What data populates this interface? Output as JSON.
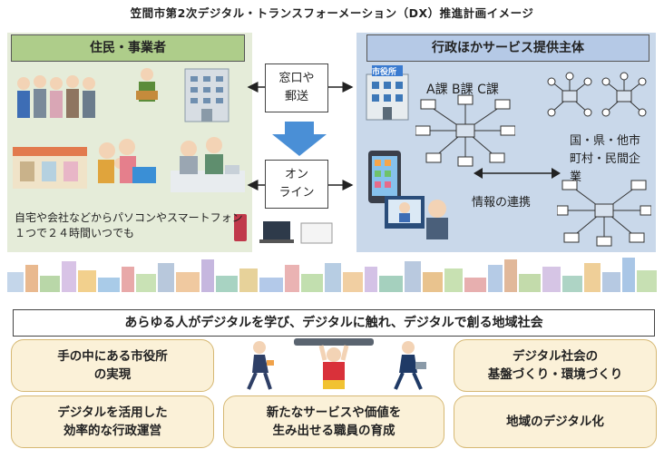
{
  "title": "笠間市第2次デジタル・トランスフォーメーション（DX）推進計画イメージ",
  "left_panel": {
    "header": "住民・事業者",
    "caption_line1": "自宅や会社などからパソコンやスマートフォン",
    "caption_line2": "１つで２４時間いつでも"
  },
  "right_panel": {
    "header": "行政ほかサービス提供主体",
    "city_hall_sign": "市役所",
    "departments": "A課 B課 C課",
    "partners_line1": "国・県・他市",
    "partners_line2": "町村・民間企",
    "partners_line3": "業",
    "collab_label": "情報の連携"
  },
  "channels": {
    "counter_line1": "窓口や",
    "counter_line2": "郵送",
    "online_line1": "オン",
    "online_line2": "ライン"
  },
  "vision": "あらゆる人がデジタルを学び、デジタルに触れ、デジタルで創る地域社会",
  "goals": {
    "g1_line1": "手の中にある市役所",
    "g1_line2": "の実現",
    "g2_line1": "デジタル社会の",
    "g2_line2": "基盤づくり・環境づくり",
    "g3_line1": "デジタルを活用した",
    "g3_line2": "効率的な行政運営",
    "g4_line1": "新たなサービスや価値を",
    "g4_line2": "生み出せる職員の育成",
    "g5": "地域のデジタル化"
  },
  "colors": {
    "left_panel_bg": "#e5ecd9",
    "left_header_bg": "#aecd8a",
    "right_panel_bg": "#c9d8ea",
    "right_header_bg": "#b5c9e6",
    "goal_bg": "#fbf1d8",
    "arrow_blue": "#4a8fd6"
  }
}
